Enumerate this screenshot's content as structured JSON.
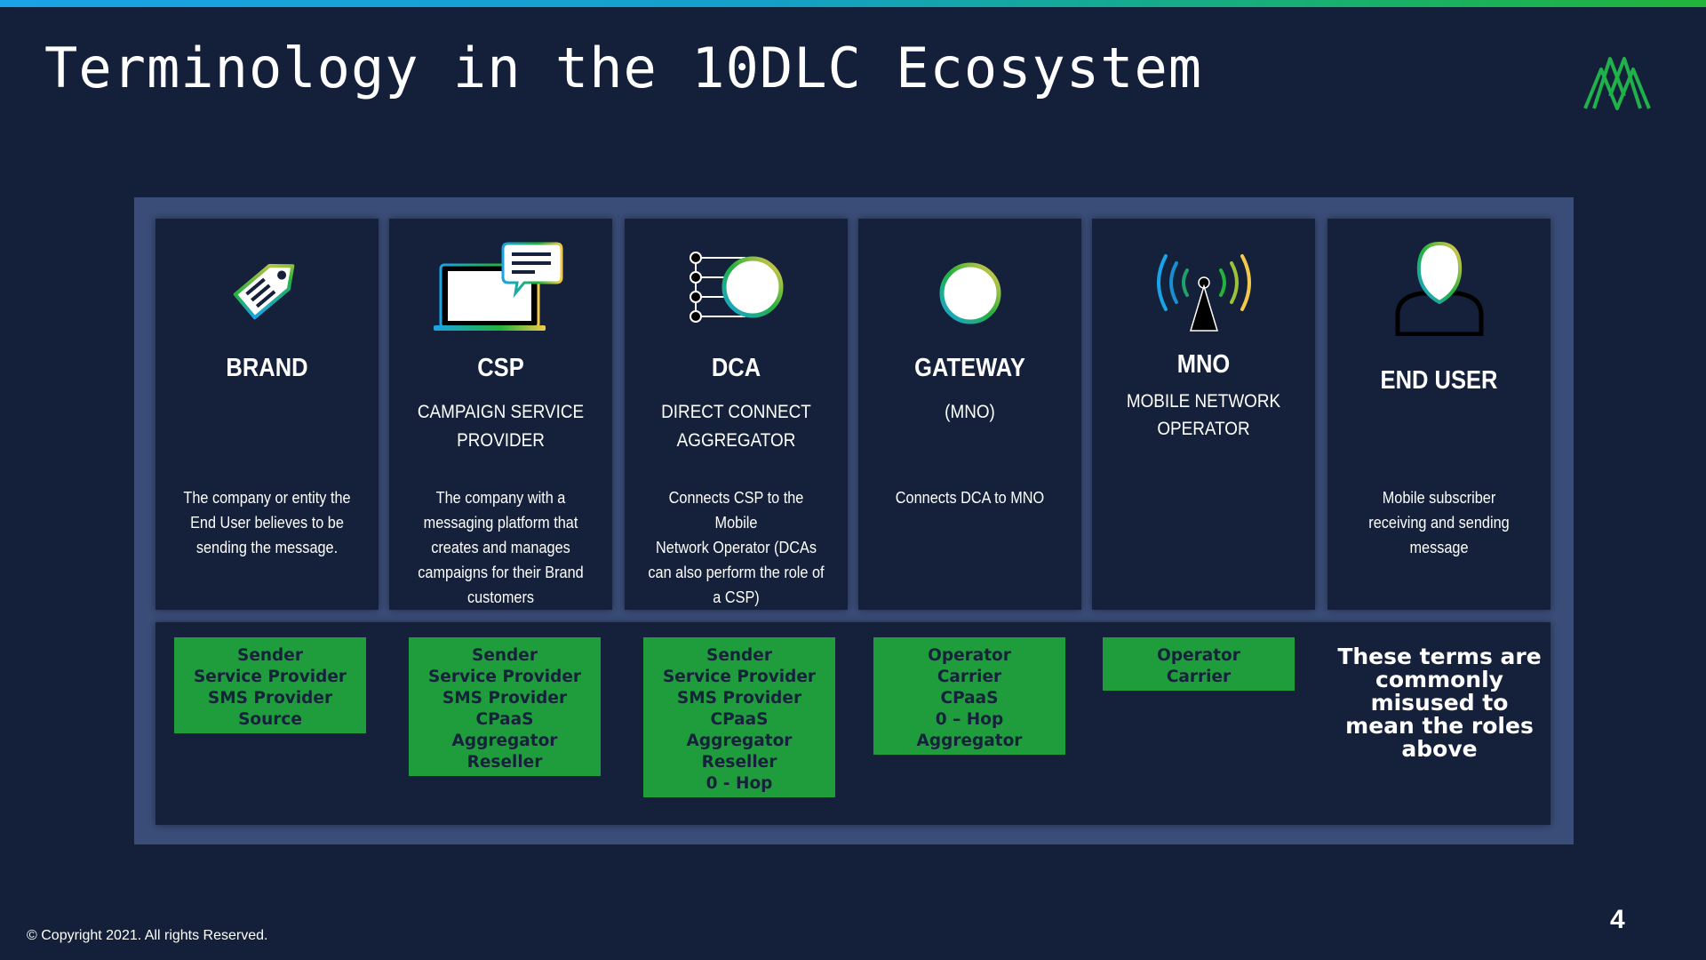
{
  "title": "Terminology in the 10DLC Ecosystem",
  "colors": {
    "background": "#142039",
    "panel": "#3a4d78",
    "card": "#15213b",
    "accent_green": "#1f9d3c",
    "top_bar_start": "#1aa3e6",
    "top_bar_end": "#22b33a"
  },
  "roles": [
    {
      "icon": "price-tag-icon",
      "name": "BRAND",
      "subtitle_lines": [],
      "description_lines": [
        "The company or entity the",
        "End User believes to be",
        "sending the message."
      ]
    },
    {
      "icon": "laptop-chat-icon",
      "name": "CSP",
      "subtitle_lines": [
        "CAMPAIGN  SERVICE",
        "PROVIDER"
      ],
      "description_lines": [
        "The company with a",
        "messaging platform  that",
        "creates and  manages",
        "campaigns  for their Brand",
        "customers"
      ]
    },
    {
      "icon": "aggregator-node-icon",
      "name": "DCA",
      "subtitle_lines": [
        "DIRECT CONNECT",
        "AGGREGATOR"
      ],
      "description_lines": [
        "Connects CSP to  the Mobile",
        "Network Operator  (DCAs",
        "can also perform the role of",
        "a CSP)"
      ]
    },
    {
      "icon": "gateway-circle-icon",
      "name": "GATEWAY",
      "subtitle_lines": [
        "(MNO)"
      ],
      "description_lines": [
        "Connects DCA  to MNO"
      ]
    },
    {
      "icon": "cell-tower-icon",
      "name": "MNO",
      "subtitle_lines": [
        "MOBILE NETWORK",
        "OPERATOR"
      ],
      "description_lines": []
    },
    {
      "icon": "user-icon",
      "name": "END USER",
      "subtitle_lines": [],
      "description_lines": [
        "Mobile subscriber",
        "receiving and sending",
        "message"
      ]
    }
  ],
  "misused_terms": [
    [
      "Sender",
      "Service Provider",
      "SMS Provider",
      "Source"
    ],
    [
      "Sender",
      "Service Provider",
      "SMS Provider",
      "CPaaS",
      "Aggregator",
      "Reseller"
    ],
    [
      "Sender",
      "Service Provider",
      "SMS Provider",
      "CPaaS",
      "Aggregator",
      "Reseller",
      "0 - Hop"
    ],
    [
      "Operator",
      "Carrier",
      "CPaaS",
      "0 – Hop",
      "Aggregator"
    ],
    [
      "Operator",
      "Carrier"
    ]
  ],
  "note": "These terms are commonly misused to mean the roles above",
  "copyright": "© Copyright 2021. All rights Reserved.",
  "page_number": "4"
}
